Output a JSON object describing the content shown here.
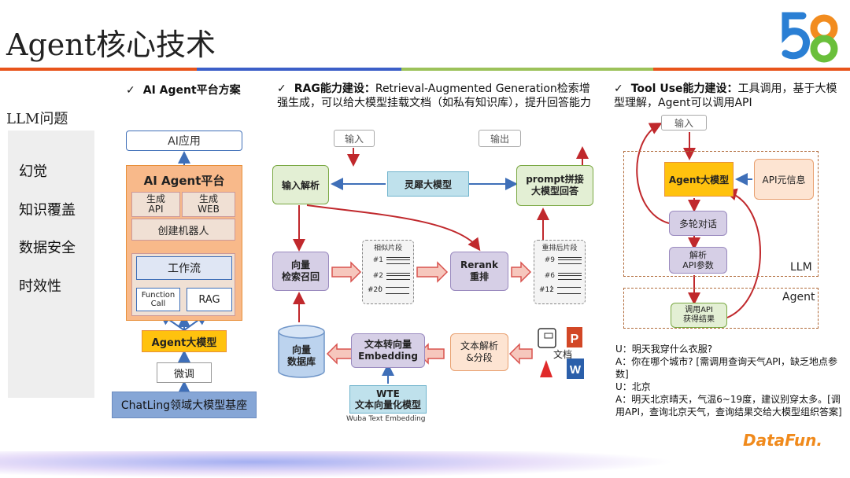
{
  "title": "Agent核心技术",
  "logo": "58",
  "colors": {
    "accent_orange": "#e8541b",
    "bar_blue": "#3c5fc8",
    "bar_purple": "#8a6fd0",
    "bar_green": "#9cc25a",
    "logo_blue": "#2a7fd4",
    "logo_orange": "#f28c1f",
    "logo_green": "#6abf3b"
  },
  "left": {
    "heading": "LLM问题",
    "problems": [
      "幻觉",
      "知识覆盖",
      "数据安全",
      "时效性"
    ]
  },
  "col1": {
    "heading": "AI Agent平台方案",
    "ai_app": "AI应用",
    "platform_title": "AI Agent平台",
    "gen_api": "生成\nAPI",
    "gen_web": "生成\nWEB",
    "create_bot": "创建机器人",
    "workflow": "工作流",
    "function_call": "Function\nCall",
    "rag": "RAG",
    "agent_model": "Agent大模型",
    "finetune": "微调",
    "base": "ChatLing领域大模型基座"
  },
  "col2": {
    "heading_bold": "RAG能力建设：",
    "heading_rest": "Retrieval-Augmented Generation检索增强生成，可以给大模型挂载文档（如私有知识库），提升回答能力",
    "input": "输入",
    "output": "输出",
    "parse_input": "输入解析",
    "lingxi": "灵犀大模型",
    "prompt": "prompt拼接\n大模型回答",
    "vector_recall": "向量\n检索召回",
    "similar": "相似片段",
    "similar_items": [
      "#1",
      "#2",
      "⋮",
      "#20"
    ],
    "rerank": "Rerank\n重排",
    "reranked": "重排后片段",
    "reranked_items": [
      "#9",
      "#6",
      "⋮",
      "#12"
    ],
    "vector_db": "向量\n数据库",
    "text2vec": "文本转向量\nEmbedding",
    "doc_parse": "文本解析\n&分段",
    "docs": "文档",
    "wte": "WTE\n文本向量化模型",
    "wte_en": "Wuba Text Embedding"
  },
  "col3": {
    "heading_bold": "Tool Use能力建设：",
    "heading_rest": "工具调用，基于大模型理解，Agent可以调用API",
    "input": "输入",
    "agent_model": "Agent大模型",
    "api_meta": "API元信息",
    "multi_turn": "多轮对话",
    "parse_params": "解析\nAPI参数",
    "llm_label": "LLM",
    "agent_label": "Agent",
    "call_api": "调用API\n获得结果"
  },
  "dialog": [
    "U：明天我穿什么衣服?",
    "A：你在哪个城市? [需调用查询天气API，缺乏地点参数]",
    "U：北京",
    "A：明天北京晴天，气温6~19度，建议别穿太多。[调用API，查询北京天气，查询结果交给大模型组织答案]"
  ],
  "footer_brand": "DataFun."
}
